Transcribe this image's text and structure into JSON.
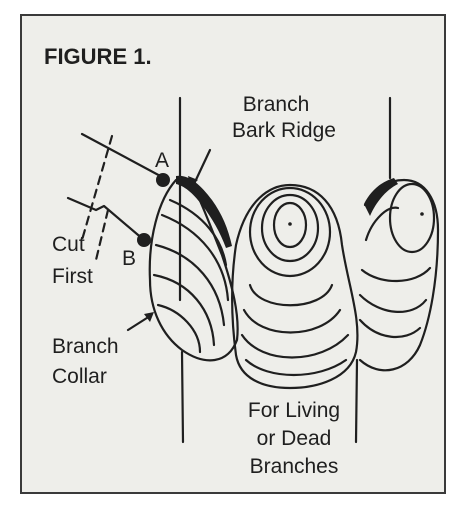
{
  "figure": {
    "title": "FIGURE 1.",
    "labels": {
      "branch_bark_ridge_line1": "Branch",
      "branch_bark_ridge_line2": "Bark Ridge",
      "point_a": "A",
      "point_b": "B",
      "cut_first_line1": "Cut",
      "cut_first_line2": "First",
      "branch_collar_line1": "Branch",
      "branch_collar_line2": "Collar",
      "caption_line1": "For Living",
      "caption_line2": "or Dead",
      "caption_line3": "Branches"
    }
  },
  "colors": {
    "background": "#eeeeea",
    "ink": "#1f1f1f",
    "border": "#3a3a3a"
  }
}
